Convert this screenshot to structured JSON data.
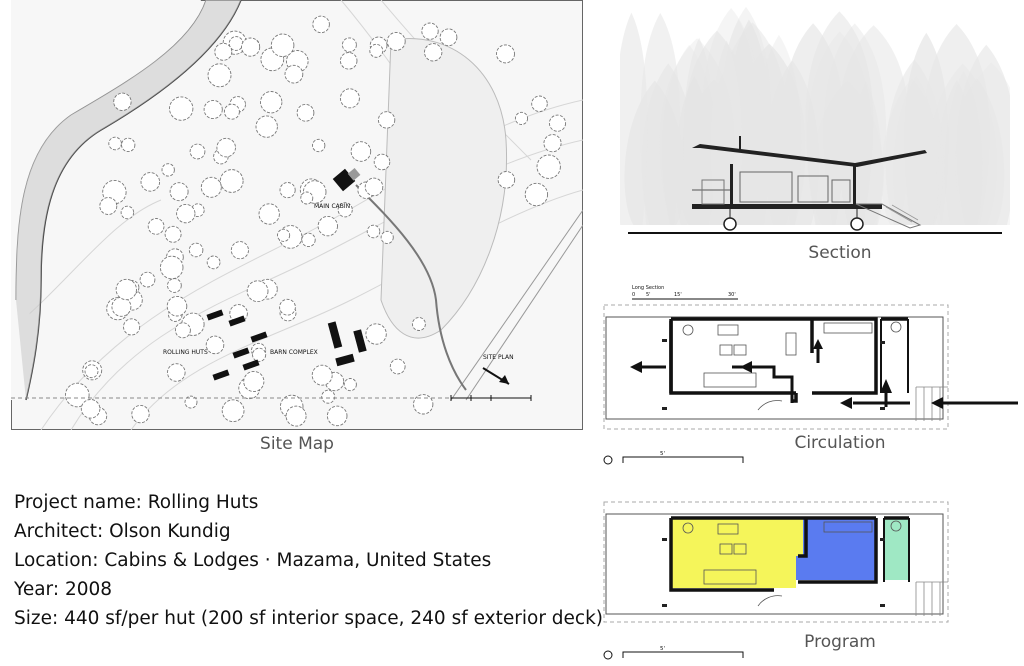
{
  "site_map": {
    "caption": "Site Map",
    "labels": {
      "main_cabin": "MAIN CABIN",
      "rolling_huts": "ROLLING HUTS",
      "barn_complex": "BARN COMPLEX",
      "site_plan": "SITE PLAN"
    }
  },
  "section": {
    "caption": "Section"
  },
  "circulation": {
    "caption": "Circulation",
    "long_section_label": "Long Section",
    "scale_ticks": [
      "0",
      "5'",
      "15'",
      "30'"
    ],
    "scale_bar_label": "5'"
  },
  "program": {
    "caption": "Program",
    "scale_bar_label": "5'",
    "colors": {
      "living": "#f5f55a",
      "sleeping": "#5a7bf0",
      "bath": "#9fe8c4"
    }
  },
  "project": {
    "name_line": "Project name: Rolling Huts",
    "architect_line": "Architect: Olson Kundig",
    "location_line": "Location: Cabins & Lodges · Mazama, United States",
    "year_line": "Year: 2008",
    "size_line": "Size: 440 sf/per hut (200 sf interior space, 240 sf exterior deck)"
  }
}
